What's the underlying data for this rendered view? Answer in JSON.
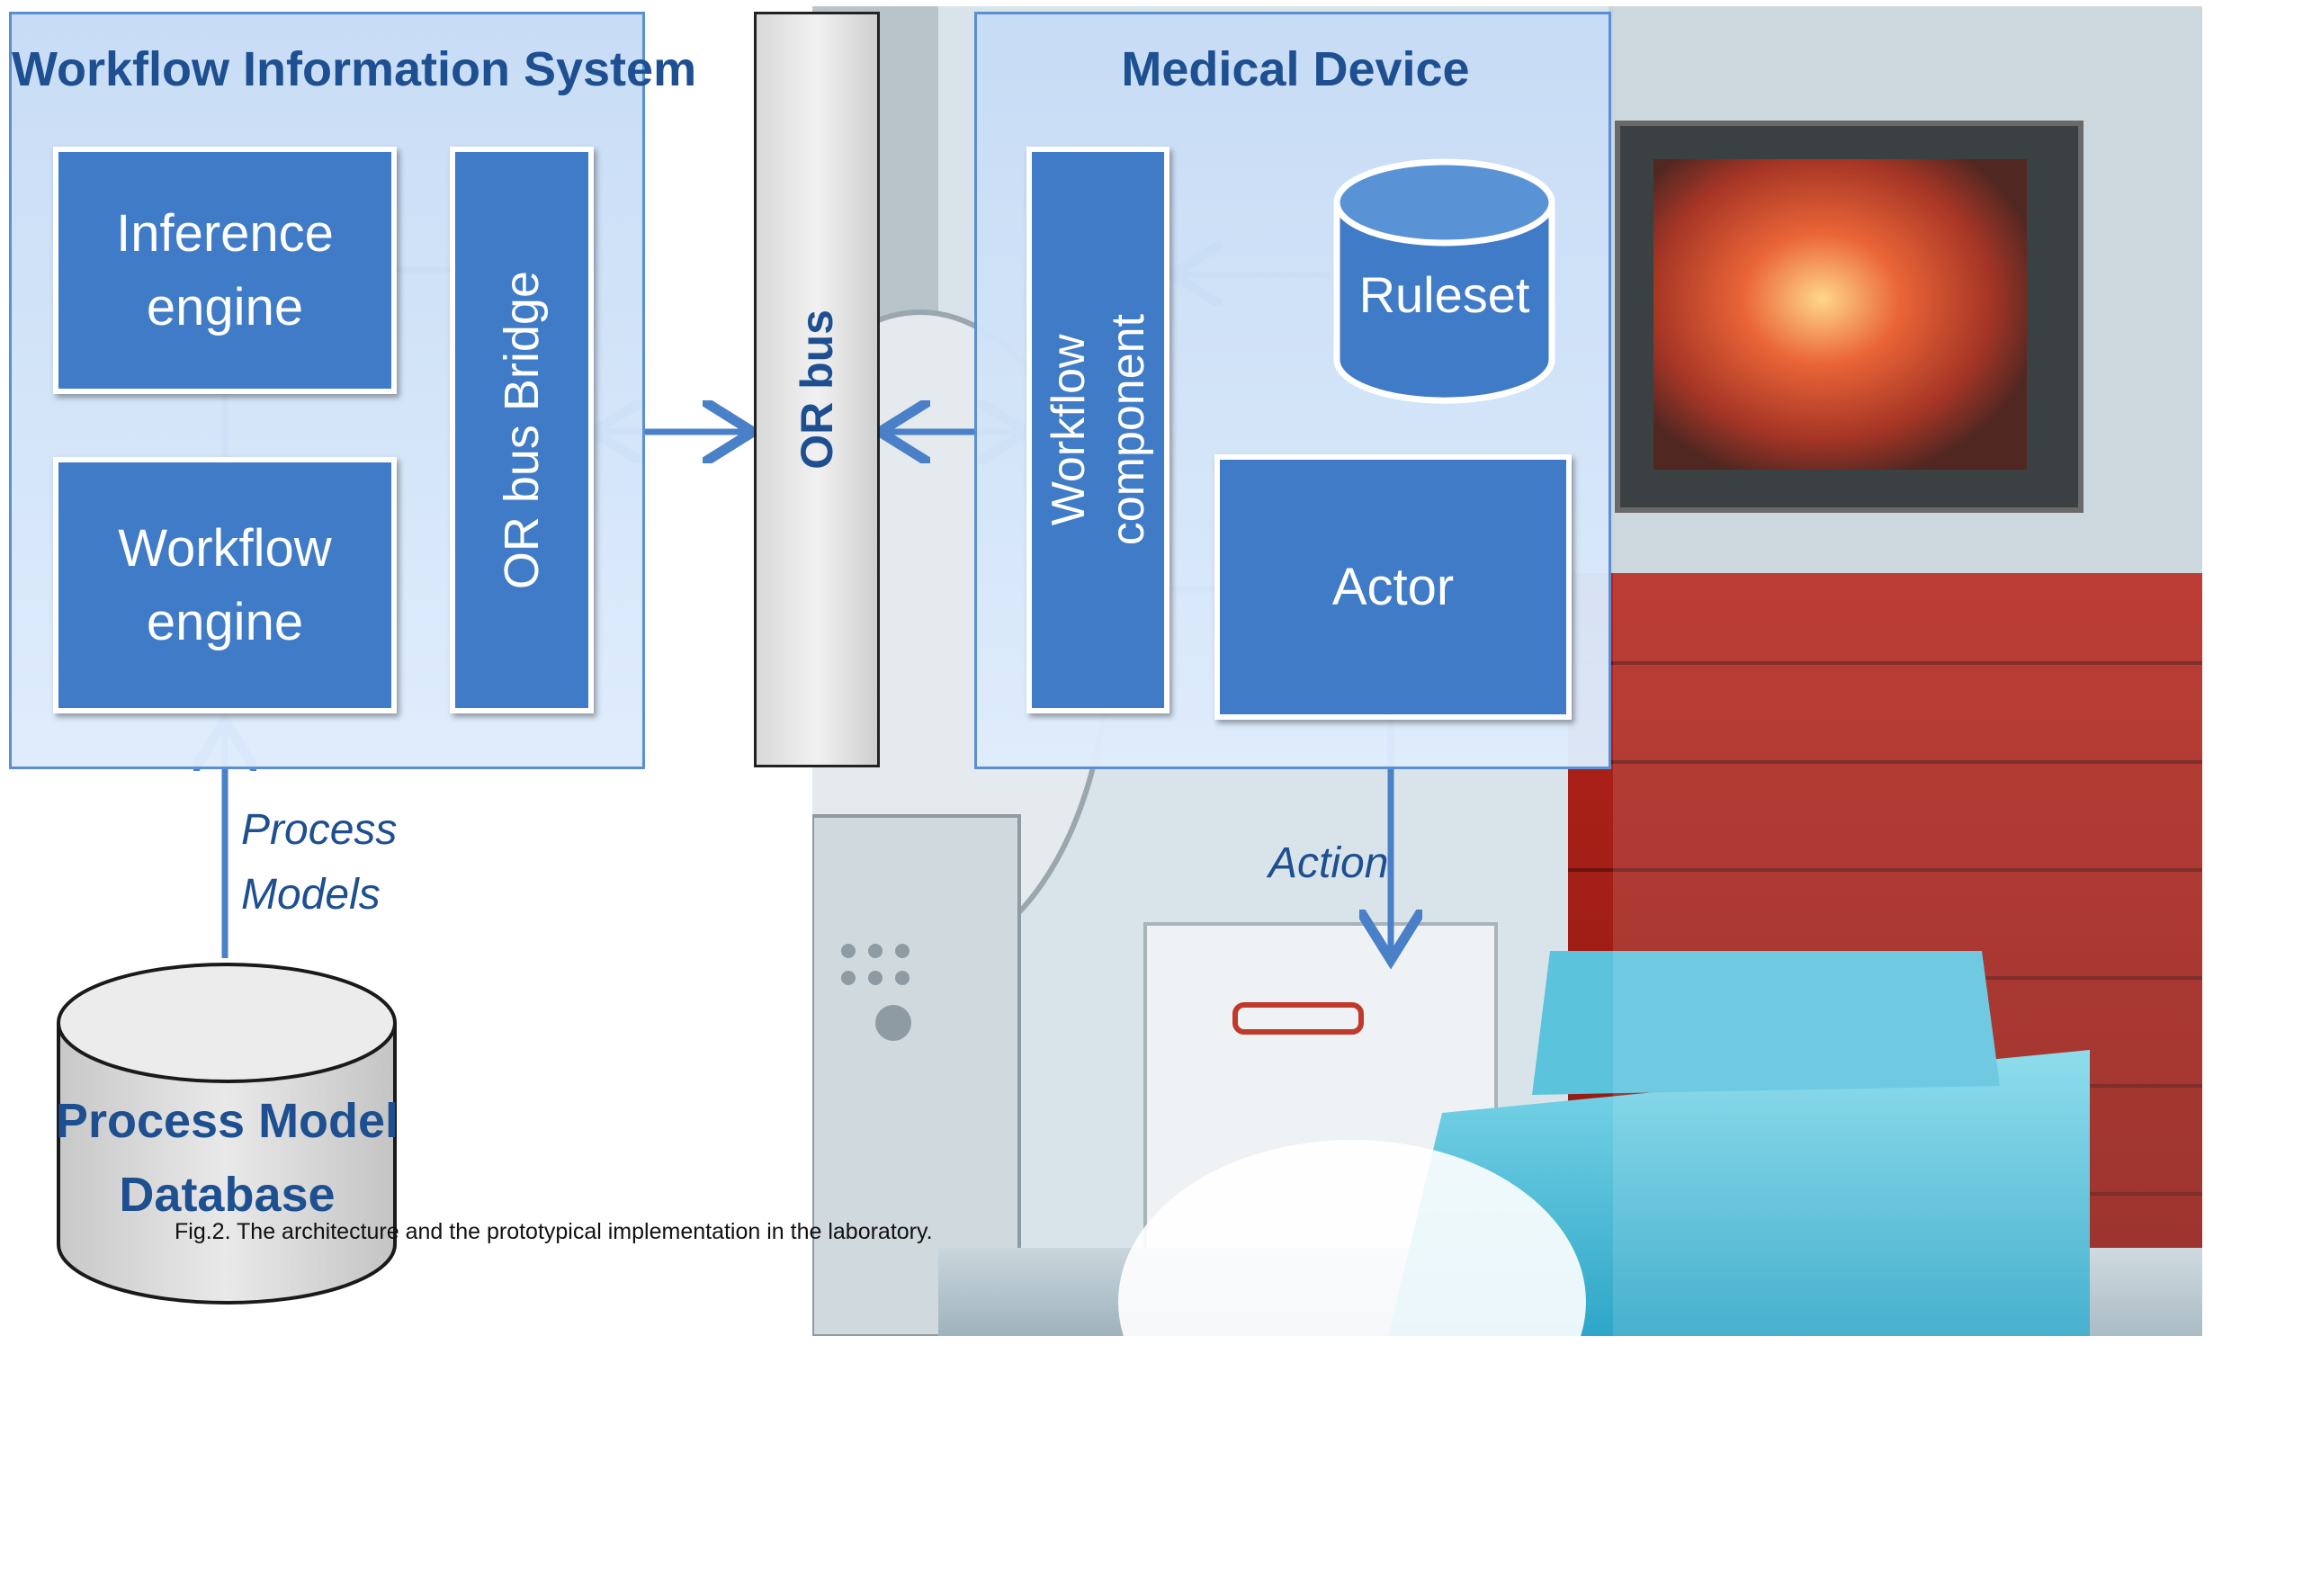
{
  "workflow_information_system": {
    "title": "Workflow Information System",
    "inference_engine": "Inference\nengine",
    "workflow_engine": "Workflow\nengine",
    "or_bus_bridge": "OR bus Bridge"
  },
  "or_bus": {
    "label": "OR bus"
  },
  "medical_device": {
    "title": "Medical Device",
    "workflow_component": "Workflow\ncomponent",
    "ruleset": "Ruleset",
    "actor": "Actor"
  },
  "labels": {
    "process_models": "Process\nModels",
    "action": "Action"
  },
  "database": {
    "label": "Process Model\nDatabase"
  },
  "caption": "Fig.2. The architecture and the prototypical implementation in the laboratory.",
  "colors": {
    "box_blue": "#3f7bc6",
    "panel_light": "#d6e6fa",
    "panel_border": "#5b8fd4",
    "arrow": "#4a80c8",
    "title_text": "#1d4f91"
  }
}
